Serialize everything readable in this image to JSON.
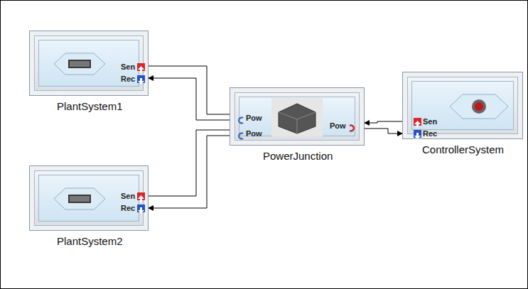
{
  "diagram": {
    "nodes": [
      {
        "text": [
          "PlantSystem1"
        ]
      },
      {
        "text": [
          "PowerJunction"
        ]
      },
      {
        "text": [
          "ControllerSystem"
        ]
      },
      {
        "text": [
          "PlantSystem2"
        ]
      }
    ],
    "edges": [
      {
        "from": 0,
        "to": 1,
        "arrow": "none"
      },
      {
        "from": 1,
        "to": 0,
        "arrow": "to"
      },
      {
        "from": 3,
        "to": 1,
        "arrow": "none"
      },
      {
        "from": 1,
        "to": 3,
        "arrow": "to"
      },
      {
        "from": 2,
        "to": 1,
        "arrow": "to"
      },
      {
        "from": 1,
        "to": 2,
        "arrow": "to"
      }
    ],
    "labels": [
      "Sen",
      "Rec",
      "Sen",
      "Rec",
      "Pow",
      "Pow",
      "Pow",
      "Sen",
      "Rec"
    ]
  }
}
